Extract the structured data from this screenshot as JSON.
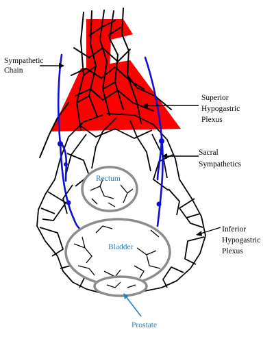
{
  "labels": {
    "sympathetic_chain": [
      "Sympathetic",
      "Chain"
    ],
    "superior_hypogastric": [
      "Superior",
      "Hypogastric",
      "Plexus"
    ],
    "sacral_sympathetics": [
      "Sacral",
      "Sympathetics"
    ],
    "inferior_hypogastric": [
      "Inferior",
      "Hypogastric",
      "Plexus"
    ],
    "rectum": "Rectum",
    "bladder": "Bladder",
    "prostate": "Prostate"
  },
  "colors": {
    "plexus_red": "#ff0000",
    "sympathetic_blue": "#1010d0",
    "organ_outline": "#8c8c8c",
    "organ_label": "#2a7fc0",
    "nerve_line": "#000000"
  }
}
